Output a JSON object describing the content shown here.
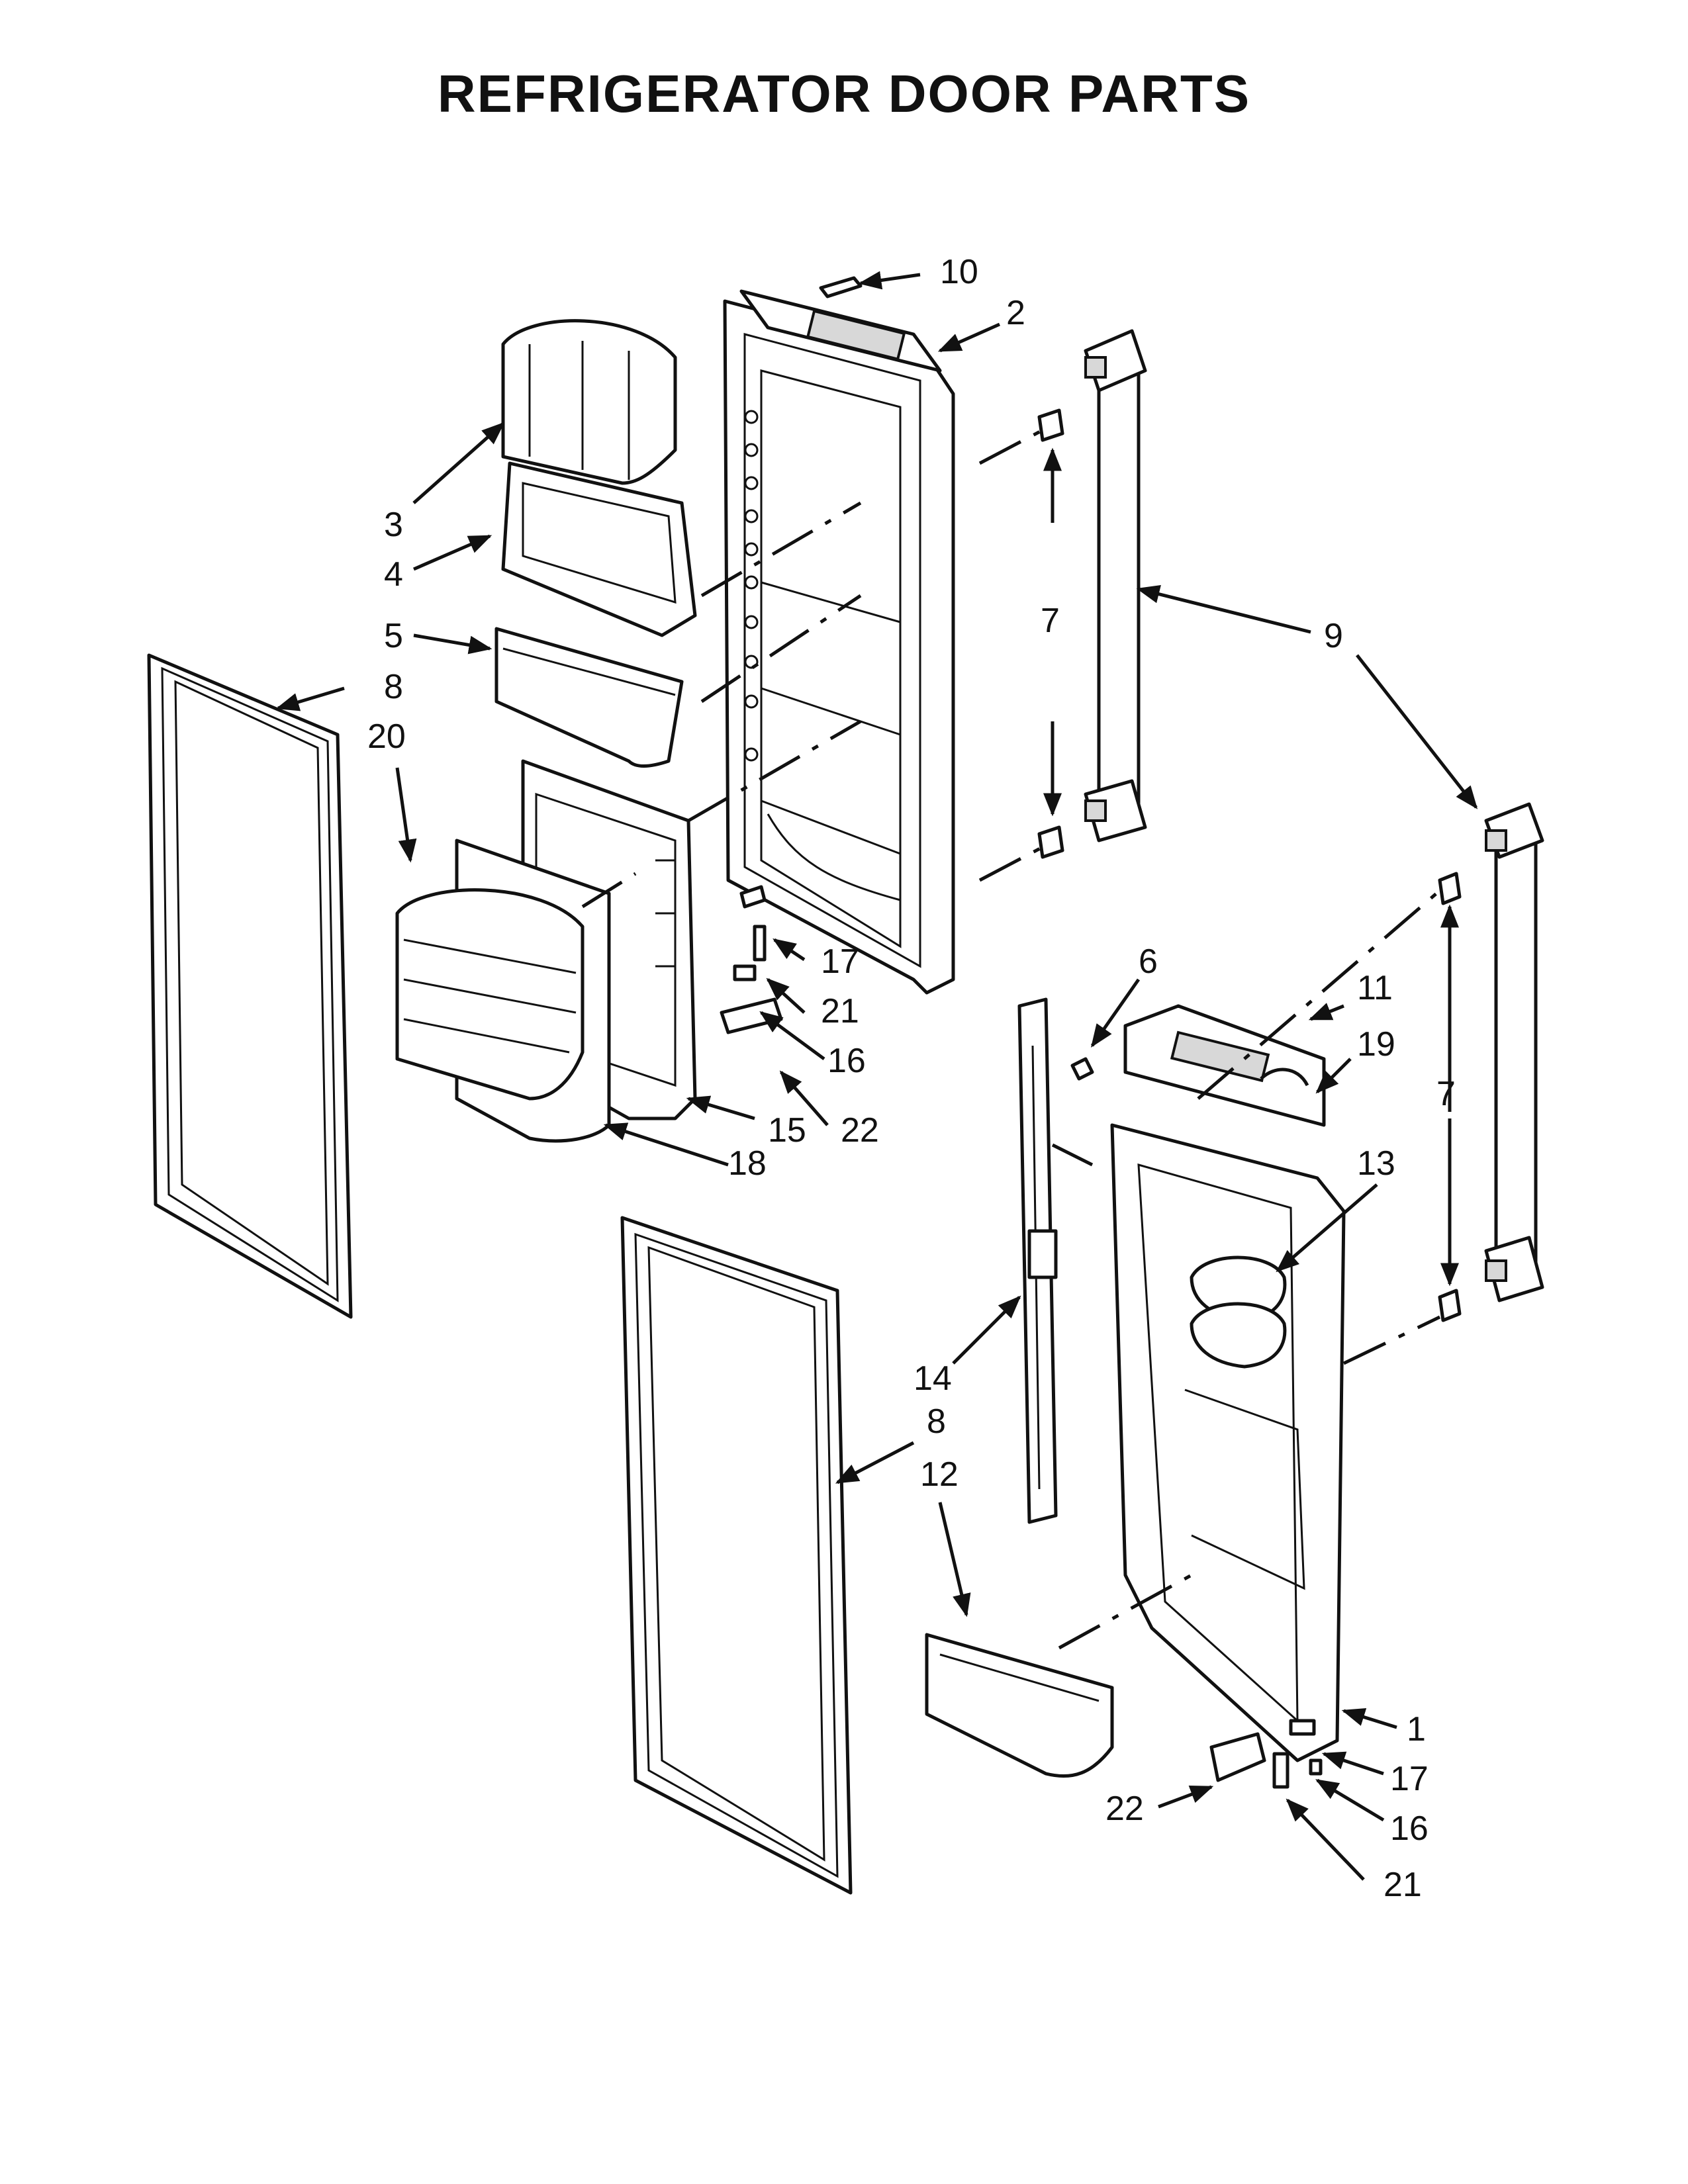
{
  "title": "REFRIGERATOR DOOR PARTS",
  "callouts": [
    {
      "id": "c10",
      "text": "10"
    },
    {
      "id": "c2",
      "text": "2"
    },
    {
      "id": "c3",
      "text": "3"
    },
    {
      "id": "c4",
      "text": "4"
    },
    {
      "id": "c5",
      "text": "5"
    },
    {
      "id": "c7a",
      "text": "7"
    },
    {
      "id": "c9",
      "text": "9"
    },
    {
      "id": "c8a",
      "text": "8"
    },
    {
      "id": "c20",
      "text": "20"
    },
    {
      "id": "c17a",
      "text": "17"
    },
    {
      "id": "c21a",
      "text": "21"
    },
    {
      "id": "c16a",
      "text": "16"
    },
    {
      "id": "c22a",
      "text": "22"
    },
    {
      "id": "c15",
      "text": "15"
    },
    {
      "id": "c18",
      "text": "18"
    },
    {
      "id": "c6",
      "text": "6"
    },
    {
      "id": "c11",
      "text": "11"
    },
    {
      "id": "c19",
      "text": "19"
    },
    {
      "id": "c7b",
      "text": "7"
    },
    {
      "id": "c13",
      "text": "13"
    },
    {
      "id": "c14",
      "text": "14"
    },
    {
      "id": "c8b",
      "text": "8"
    },
    {
      "id": "c12",
      "text": "12"
    },
    {
      "id": "c1",
      "text": "1"
    },
    {
      "id": "c17b",
      "text": "17"
    },
    {
      "id": "c22b",
      "text": "22"
    },
    {
      "id": "c16b",
      "text": "16"
    },
    {
      "id": "c21b",
      "text": "21"
    }
  ]
}
